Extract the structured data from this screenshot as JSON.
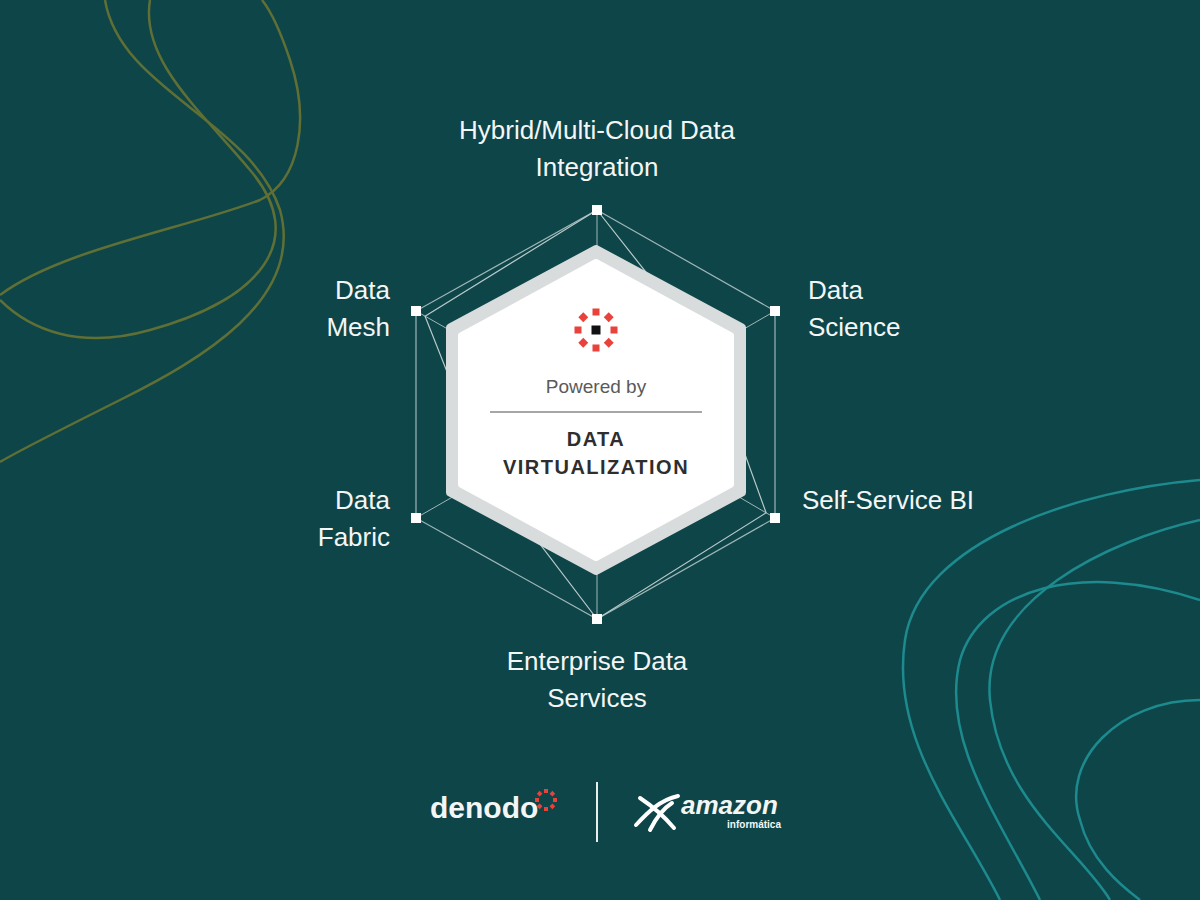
{
  "diagram": {
    "nodes": [
      {
        "text": [
          "Powered by",
          "DATA VIRTUALIZATION"
        ]
      }
    ],
    "labels": [
      "Hybrid/Multi-Cloud Data Integration",
      "Data Mesh",
      "Data Science",
      "Data Fabric",
      "Self-Service BI",
      "Enterprise Data Services",
      "denodo",
      "amazon",
      "informática"
    ]
  }
}
